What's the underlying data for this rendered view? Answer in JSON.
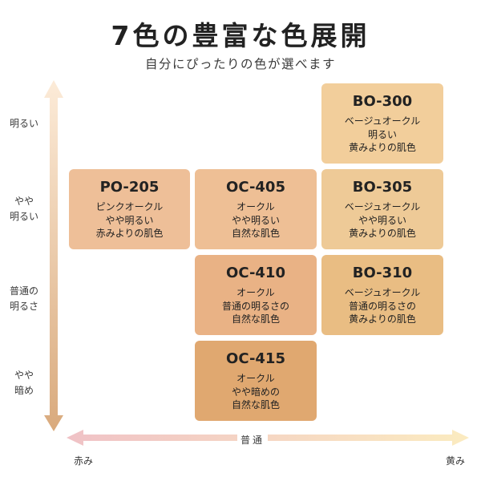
{
  "header": {
    "title": "7色の豊富な色展開",
    "subtitle": "自分にぴったりの色が選べます"
  },
  "y_axis": {
    "levels": [
      [
        "明るい"
      ],
      [
        "やや",
        "明るい"
      ],
      [
        "普通の",
        "明るさ"
      ],
      [
        "やや",
        "暗め"
      ]
    ]
  },
  "x_axis": {
    "left": "赤み",
    "center": "普通",
    "right": "黄み"
  },
  "colors": {
    "PO-205": "#EEBF98",
    "OC-405": "#EEBF95",
    "OC-410": "#E9B285",
    "OC-415": "#E0A870",
    "BO-300": "#F2CE9B",
    "BO-305": "#EECA97",
    "BO-310": "#E9BD83",
    "axis_vertical_top": "#FCEBD8",
    "axis_vertical_bottom": "#D9AA7D",
    "axis_horizontal_left": "#F0C2C6",
    "axis_horizontal_right": "#FBEBC0"
  },
  "shades": [
    {
      "code": "PO-205",
      "lines": [
        "ピンクオークル",
        "やや明るい",
        "赤みよりの肌色"
      ]
    },
    {
      "code": "OC-405",
      "lines": [
        "オークル",
        "やや明るい",
        "自然な肌色"
      ]
    },
    {
      "code": "OC-410",
      "lines": [
        "オークル",
        "普通の明るさの",
        "自然な肌色"
      ]
    },
    {
      "code": "OC-415",
      "lines": [
        "オークル",
        "やや暗めの",
        "自然な肌色"
      ]
    },
    {
      "code": "BO-300",
      "lines": [
        "ベージュオークル",
        "明るい",
        "黄みよりの肌色"
      ]
    },
    {
      "code": "BO-305",
      "lines": [
        "ベージュオークル",
        "やや明るい",
        "黄みよりの肌色"
      ]
    },
    {
      "code": "BO-310",
      "lines": [
        "ベージュオークル",
        "普通の明るさの",
        "黄みよりの肌色"
      ]
    }
  ]
}
